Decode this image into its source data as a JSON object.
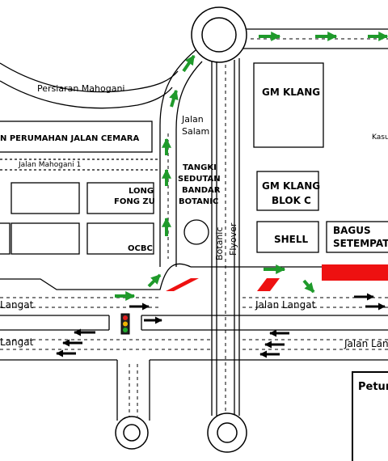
{
  "roads": {
    "persiaran_mahogani": "Persiaran Mahogani",
    "jalan_mahogani_1": "Jalan Mahogani 1",
    "jalan_salam_line1": "Jalan",
    "jalan_salam_line2": "Salam",
    "botanic_flyover_line1": "Botanic",
    "botanic_flyover_line2": "Flyover",
    "jalan_langat_left_upper": "Langat",
    "jalan_langat_left_lower": "Langat",
    "jalan_langat_right_upper": "Jalan Langat",
    "jalan_langat_right_lower": "Jalan Lan"
  },
  "buildings": {
    "perumahan": "N PERUMAHAN JALAN CEMARA",
    "long_fong_zu_line1": "LONG",
    "long_fong_zu_line2": "FONG ZU",
    "ocbc": "OCBC",
    "tangki_line1": "TANGKI",
    "tangki_line2": "SEDUTAN",
    "tangki_line3": "BANDAR",
    "tangki_line4": "BOTANIC",
    "gm_klang": "GM KLANG",
    "gm_klang_blok_c_line1": "GM KLANG",
    "gm_klang_blok_c_line2": "BLOK C",
    "shell": "SHELL",
    "bagus_line1": "BAGUS",
    "bagus_line2": "SETEMPAT",
    "kasu": "Kasu"
  },
  "legend": {
    "title": "Petun"
  },
  "colors": {
    "green_arrow": "#1f9a2b",
    "black_arrow": "#000000",
    "congestion_red": "#ee1111",
    "traffic_light_red": "#e02020",
    "traffic_light_amber": "#f0b400",
    "traffic_light_green": "#1faa2b"
  }
}
